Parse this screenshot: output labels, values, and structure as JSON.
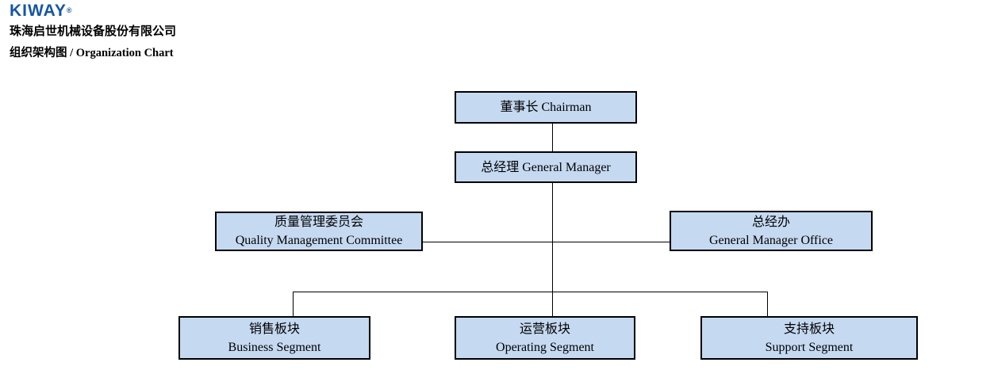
{
  "header": {
    "logo": "KIWAY",
    "registered_mark": "®",
    "company_name": "珠海启世机械设备股份有限公司",
    "page_title": "组织架构图 / Organization Chart"
  },
  "colors": {
    "logo_blue": "#1456a4",
    "box_fill": "#c5d9f1",
    "box_border": "#000000",
    "connector": "#000000",
    "text": "#000000"
  },
  "org_chart": {
    "nodes": {
      "chairman": {
        "label": "董事长 Chairman"
      },
      "general_manager": {
        "label": "总经理 General Manager"
      },
      "quality_committee": {
        "label_zh": "质量管理委员会",
        "label_en": "Quality Management Committee"
      },
      "gm_office": {
        "label_zh": "总经办",
        "label_en": "General Manager Office"
      },
      "business_segment": {
        "label_zh": "销售板块",
        "label_en": "Business Segment"
      },
      "operating_segment": {
        "label_zh": "运营板块",
        "label_en": "Operating Segment"
      },
      "support_segment": {
        "label_zh": "支持板块",
        "label_en": "Support Segment"
      }
    },
    "edges": [
      {
        "from": "chairman",
        "to": "general_manager"
      },
      {
        "from": "general_manager",
        "to": "quality_committee"
      },
      {
        "from": "general_manager",
        "to": "gm_office"
      },
      {
        "from": "general_manager",
        "to": "business_segment"
      },
      {
        "from": "general_manager",
        "to": "operating_segment"
      },
      {
        "from": "general_manager",
        "to": "support_segment"
      }
    ]
  }
}
